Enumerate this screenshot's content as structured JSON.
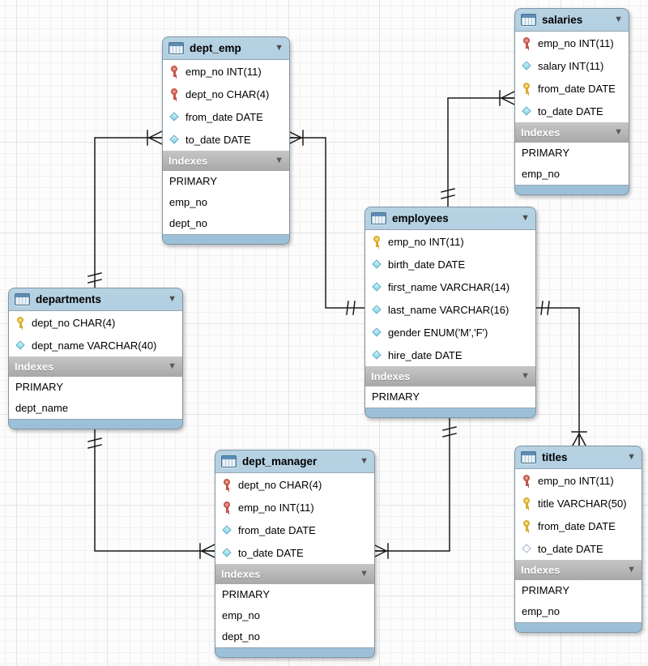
{
  "labels": {
    "indexes": "Indexes",
    "collapse_icon": "▼"
  },
  "colors": {
    "table_header": "#a5c7dd",
    "indexes_bar": "#b1b1b1",
    "connector_line": "#1b1b1b",
    "primary_key_icon": "#d9ad35",
    "pk_fk_key_icon": "#c2574b",
    "attribute_diamond": "#7fd4e6",
    "grid_line": "#f1f1f1"
  },
  "tables": [
    {
      "name": "dept_emp",
      "columns": [
        {
          "icon": "key-red",
          "text": "emp_no INT(11)"
        },
        {
          "icon": "key-red",
          "text": "dept_no CHAR(4)"
        },
        {
          "icon": "diamond",
          "text": "from_date DATE"
        },
        {
          "icon": "diamond",
          "text": "to_date DATE"
        }
      ],
      "indexes": [
        "PRIMARY",
        "emp_no",
        "dept_no"
      ]
    },
    {
      "name": "salaries",
      "columns": [
        {
          "icon": "key-red",
          "text": "emp_no INT(11)"
        },
        {
          "icon": "diamond",
          "text": "salary INT(11)"
        },
        {
          "icon": "key-yellow",
          "text": "from_date DATE"
        },
        {
          "icon": "diamond",
          "text": "to_date DATE"
        }
      ],
      "indexes": [
        "PRIMARY",
        "emp_no"
      ]
    },
    {
      "name": "employees",
      "columns": [
        {
          "icon": "key-yellow",
          "text": "emp_no INT(11)"
        },
        {
          "icon": "diamond",
          "text": "birth_date DATE"
        },
        {
          "icon": "diamond",
          "text": "first_name VARCHAR(14)"
        },
        {
          "icon": "diamond",
          "text": "last_name VARCHAR(16)"
        },
        {
          "icon": "diamond",
          "text": "gender ENUM('M','F')"
        },
        {
          "icon": "diamond",
          "text": "hire_date DATE"
        }
      ],
      "indexes": [
        "PRIMARY"
      ]
    },
    {
      "name": "departments",
      "columns": [
        {
          "icon": "key-yellow",
          "text": "dept_no CHAR(4)"
        },
        {
          "icon": "diamond",
          "text": "dept_name VARCHAR(40)"
        }
      ],
      "indexes": [
        "PRIMARY",
        "dept_name"
      ]
    },
    {
      "name": "dept_manager",
      "columns": [
        {
          "icon": "key-red",
          "text": "dept_no CHAR(4)"
        },
        {
          "icon": "key-red",
          "text": "emp_no INT(11)"
        },
        {
          "icon": "diamond",
          "text": "from_date DATE"
        },
        {
          "icon": "diamond",
          "text": "to_date DATE"
        }
      ],
      "indexes": [
        "PRIMARY",
        "emp_no",
        "dept_no"
      ]
    },
    {
      "name": "titles",
      "columns": [
        {
          "icon": "key-red",
          "text": "emp_no INT(11)"
        },
        {
          "icon": "key-yellow",
          "text": "title VARCHAR(50)"
        },
        {
          "icon": "key-yellow",
          "text": "from_date DATE"
        },
        {
          "icon": "diamond-open",
          "text": "to_date DATE"
        }
      ],
      "indexes": [
        "PRIMARY",
        "emp_no"
      ]
    }
  ],
  "relationships": [
    {
      "from": "departments",
      "to": "dept_emp",
      "from_cardinality": "one-mandatory",
      "to_cardinality": "many-mandatory"
    },
    {
      "from": "employees",
      "to": "dept_emp",
      "from_cardinality": "one-mandatory",
      "to_cardinality": "many-mandatory"
    },
    {
      "from": "employees",
      "to": "salaries",
      "from_cardinality": "one-mandatory",
      "to_cardinality": "many-mandatory"
    },
    {
      "from": "employees",
      "to": "titles",
      "from_cardinality": "one-mandatory",
      "to_cardinality": "many-mandatory"
    },
    {
      "from": "departments",
      "to": "dept_manager",
      "from_cardinality": "one-mandatory",
      "to_cardinality": "many-mandatory"
    },
    {
      "from": "employees",
      "to": "dept_manager",
      "from_cardinality": "one-mandatory",
      "to_cardinality": "many-mandatory"
    }
  ]
}
